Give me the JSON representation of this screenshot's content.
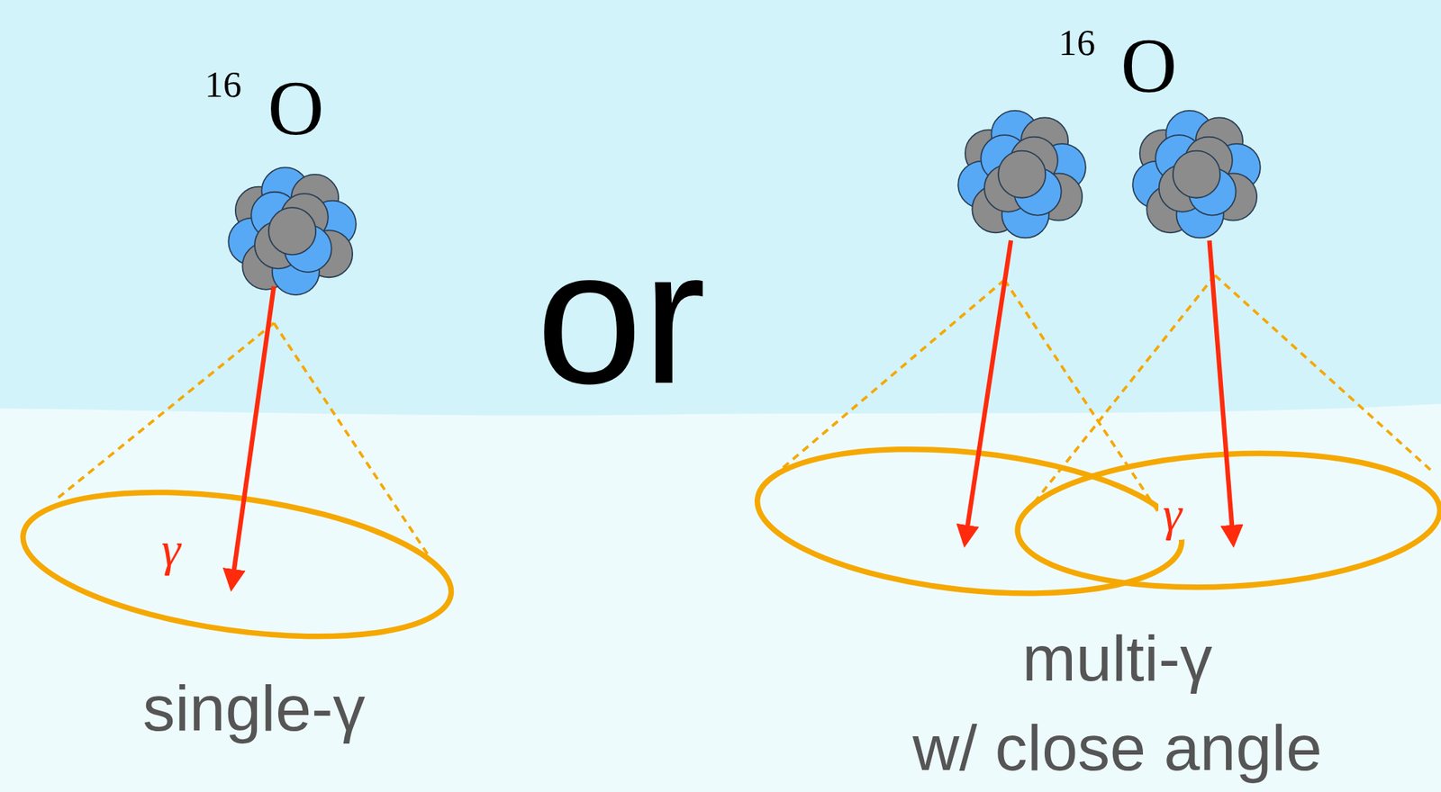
{
  "diagram": {
    "labels": [
      "16",
      "O",
      "or",
      "16",
      "O",
      "γ",
      "γ",
      "single-γ",
      "multi-γ",
      "w/ close angle"
    ]
  }
}
